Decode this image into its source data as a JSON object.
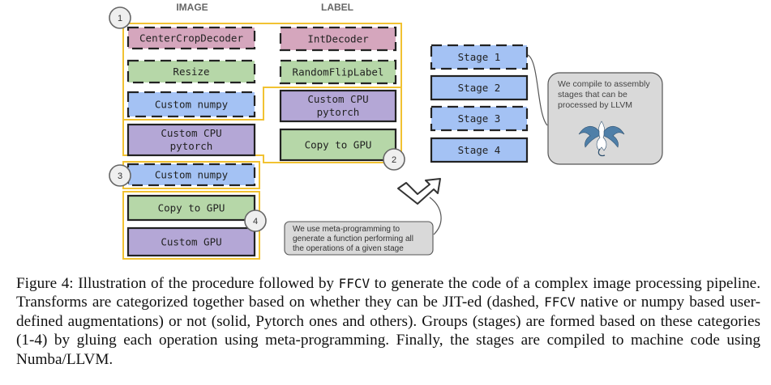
{
  "figure": {
    "headers": {
      "image": "IMAGE",
      "label": "LABEL"
    },
    "image_column": [
      {
        "text": "CenterCropDecoder",
        "style": "dashed",
        "color": "pink"
      },
      {
        "text": "Resize",
        "style": "dashed",
        "color": "green"
      },
      {
        "text": "Custom numpy",
        "style": "dashed",
        "color": "blue"
      },
      {
        "text": "Custom CPU",
        "text2": "pytorch",
        "style": "solid",
        "color": "purple"
      },
      {
        "text": "Custom numpy",
        "style": "dashed",
        "color": "blue"
      },
      {
        "text": "Copy to GPU",
        "style": "solid",
        "color": "green"
      },
      {
        "text": "Custom GPU",
        "style": "solid",
        "color": "purple"
      }
    ],
    "label_column": [
      {
        "text": "IntDecoder",
        "style": "dashed",
        "color": "pink"
      },
      {
        "text": "RandomFlipLabel",
        "style": "dashed",
        "color": "green"
      },
      {
        "text": "Custom CPU",
        "text2": "pytorch",
        "style": "solid",
        "color": "purple"
      },
      {
        "text": "Copy to GPU",
        "style": "solid",
        "color": "green"
      }
    ],
    "stages": [
      "Stage 1",
      "Stage 2",
      "Stage 3",
      "Stage 4"
    ],
    "group_numbers": [
      "1",
      "2",
      "3",
      "4"
    ],
    "note_llvm": [
      "We compile to assembly",
      "stages that can be",
      "processed by LLVM"
    ],
    "note_meta": [
      "We use meta-programming to",
      "generate a function performing all",
      "the operations of a given stage"
    ],
    "colors": {
      "pink": "#d5a6bd",
      "green": "#b6d7a8",
      "blue": "#a4c2f4",
      "purple": "#b4a7d6",
      "group_border": "#f1c232",
      "note_bg": "#d9d9d9"
    }
  },
  "caption": {
    "parts": [
      "Figure 4:  Illustration of the procedure followed by ",
      "FFCV",
      " to generate the code of a complex image processing pipeline. Transforms are categorized together based on whether they can be JIT-ed (dashed, ",
      "FFCV",
      " native or numpy based user-defined augmentations) or not (solid, Pytorch ones and others). Groups (stages) are formed based on these categories (1-4) by gluing each operation using meta-programming. Finally, the stages are compiled to machine code using Numba/LLVM."
    ]
  }
}
